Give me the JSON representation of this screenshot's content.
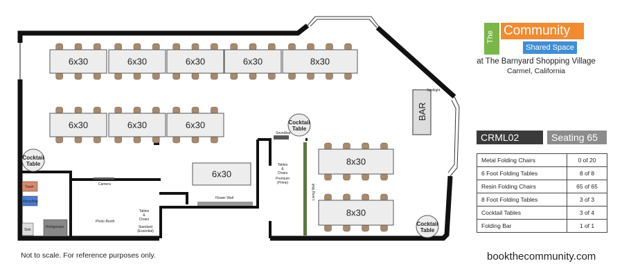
{
  "floorplan": {
    "tables": [
      "6x30",
      "6x30",
      "6x30",
      "6x30",
      "8x30",
      "6x30",
      "6x30",
      "6x30",
      "6x30",
      "8x30",
      "8x30"
    ],
    "cocktail": [
      "Cocktail",
      "Table"
    ],
    "bar": "BAR",
    "spotlight": "Spotlight",
    "soundbar": "Soundbar",
    "living_wall": "Living Wall",
    "flower_wall": "Flower Wall",
    "camera": "Camera",
    "photo_booth": "Photo Booth",
    "trash": "Trash",
    "recycling": "Recycling",
    "sink": "Sink",
    "refrigerator": "Refrigerator",
    "tc_standard": [
      "Tables",
      "&",
      "Chairs",
      "Standard",
      "(Essential)"
    ],
    "tc_premium": [
      "Tables",
      "&",
      "Chairs",
      "Premium",
      "(Prime)"
    ]
  },
  "brand": {
    "the": "The",
    "community": "Community",
    "shared": "Shared Space",
    "address": "at The Barnyard Shopping Village",
    "city": "Carmel, California",
    "colors": {
      "green": "#7ab648",
      "orange": "#f28a2e",
      "blue": "#3e8fd6"
    }
  },
  "layout": {
    "code": "CRML02",
    "seating": "Seating 65"
  },
  "inventory": [
    {
      "item": "Metal Folding Chairs",
      "count": "0 of 20"
    },
    {
      "item": "6 Foot Folding Tables",
      "count": "8 of 8"
    },
    {
      "item": "Resin Folding Chairs",
      "count": "65 of 65"
    },
    {
      "item": "8 Foot Folding Tables",
      "count": "3 of 3"
    },
    {
      "item": "Cocktail Tables",
      "count": "3 of 4"
    },
    {
      "item": "Folding Bar",
      "count": "1 of 1"
    }
  ],
  "footer": {
    "note": "Not to scale. For reference purposes only.",
    "website": "bookthecommunity.com"
  }
}
